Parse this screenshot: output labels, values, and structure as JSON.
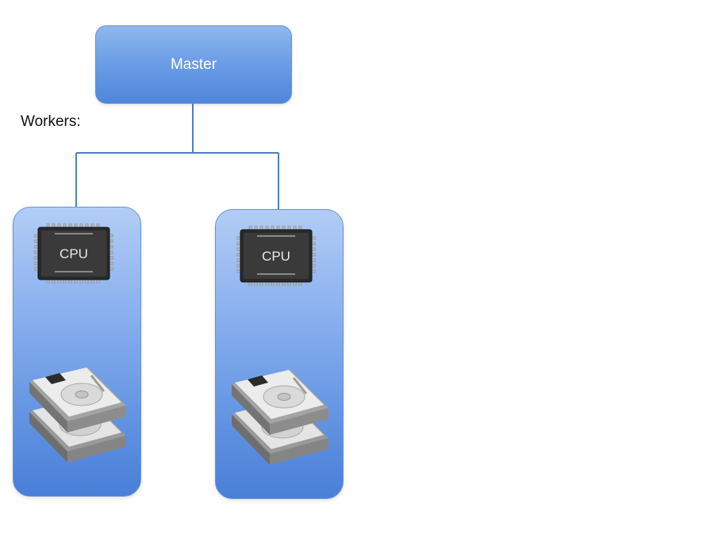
{
  "master": {
    "label": "Master"
  },
  "workers": {
    "label": "Workers:",
    "nodes": [
      {
        "cpu_label": "CPU"
      },
      {
        "cpu_label": "CPU"
      }
    ]
  }
}
